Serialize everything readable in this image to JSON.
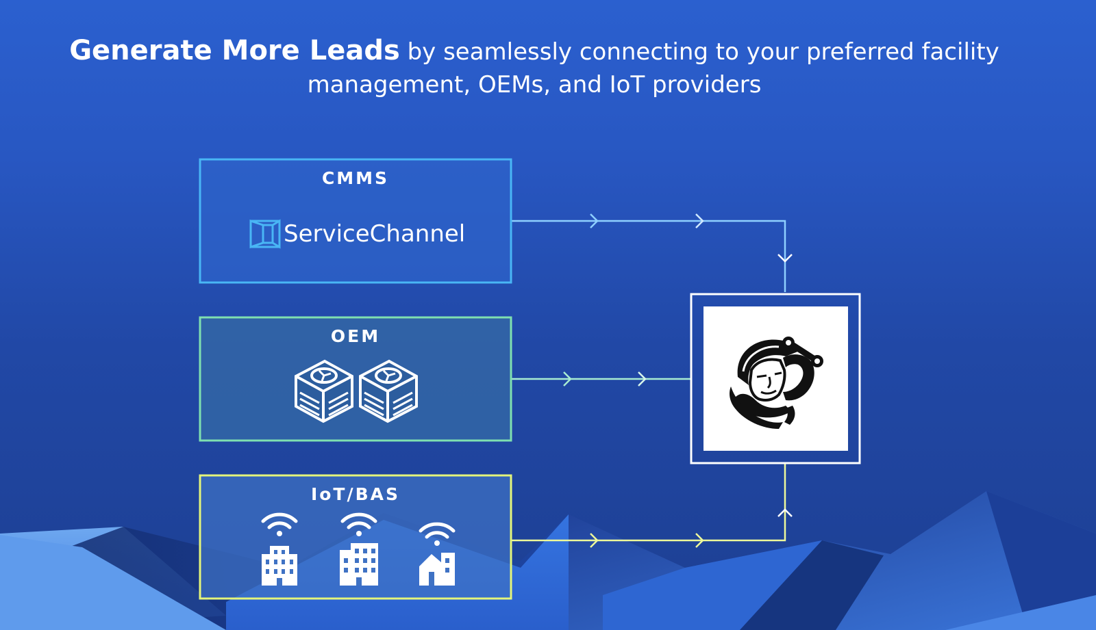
{
  "headline": {
    "bold": "Generate More Leads",
    "rest": " by seamlessly connecting to your preferred facility management, OEMs, and IoT providers"
  },
  "boxes": {
    "cmms": {
      "title": "CMMS",
      "logo_text": "ServiceChannel",
      "logo_icon": "servicechannel-logo-icon",
      "border_color": "#49b6f5"
    },
    "oem": {
      "title": "OEM",
      "icons": [
        "hvac-unit-icon",
        "hvac-unit-icon"
      ],
      "border_color": "#7fe0b0"
    },
    "iot": {
      "title": "IoT/BAS",
      "icons": [
        "wifi-building-icon",
        "wifi-building-icon",
        "wifi-house-icon"
      ],
      "border_color": "#e4f57a"
    }
  },
  "hub": {
    "icon": "technician-mascot-logo",
    "border_color": "#ffffff"
  },
  "colors": {
    "background_top": "#2b60cf",
    "background_bottom": "#1d3f92",
    "text": "#ffffff"
  }
}
